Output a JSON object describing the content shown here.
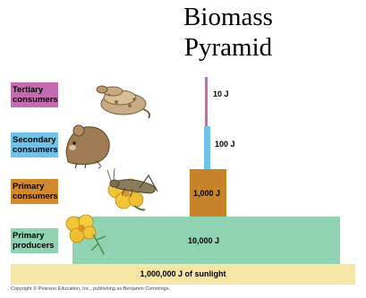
{
  "title_line1": "Biomass",
  "title_line2": "Pyramid",
  "levels": {
    "tertiary": {
      "label": "Tertiary consumers",
      "energy": "10 J",
      "color": "#c56bb0"
    },
    "secondary": {
      "label": "Secondary consumers",
      "energy": "100 J",
      "color": "#6fc2e8"
    },
    "primary": {
      "label": "Primary consumers",
      "energy": "1,000 J",
      "color": "#d38a2e"
    },
    "producers": {
      "label": "Primary producers",
      "energy": "10,000 J",
      "color": "#8fd3b2"
    }
  },
  "sunlight": {
    "label": "1,000,000 J of sunlight",
    "color": "#f5e6a6"
  },
  "copyright": "Copyright © Pearson Education, Inc., publishing as Benjamin Cummings.",
  "illustrations": [
    "snake-icon",
    "mouse-icon",
    "grasshopper-icon",
    "flower-icon"
  ]
}
